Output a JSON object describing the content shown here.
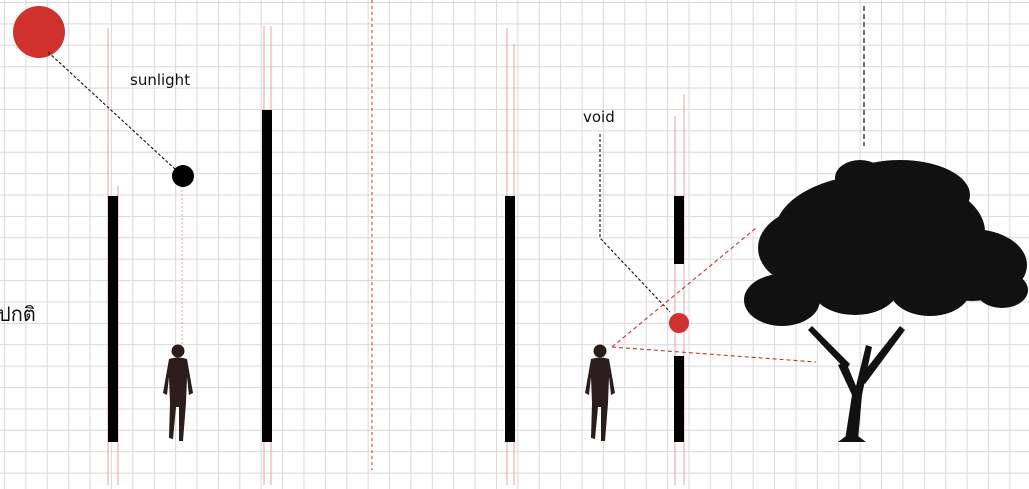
{
  "labels": {
    "sunlight": "sunlight",
    "void": "void",
    "left_edge_text": "ปกติ"
  },
  "colors": {
    "accent_red": "#d0312d",
    "wall": "#000000",
    "figure": "#2a1d1c",
    "tree": "#111111",
    "guide_red": "#e8a0a0",
    "grid": "#d9d9d9"
  },
  "icons": [
    "sun-icon",
    "sun-ball-icon",
    "person-icon",
    "tree-icon",
    "void-dot-icon"
  ]
}
